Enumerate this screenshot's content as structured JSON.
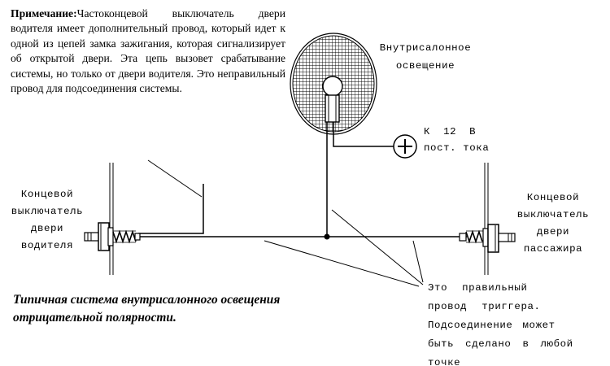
{
  "note": {
    "heading": "Примечание:",
    "body": "Частоконцевой выключатель двери водителя имеет дополнительный провод, который идет к одной из цепей замка зажигания, которая сигнализирует об открытой двери. Эта цепь вызовет срабатывание системы, но только от двери водителя. Это неправильный провод для подсоединения системы."
  },
  "labels": {
    "dome_light": [
      "Внутрисалонное",
      "освещение"
    ],
    "power": [
      "К 12 В",
      "пост. тока"
    ],
    "driver_switch": [
      "Концевой",
      "выключатель",
      "двери",
      "водителя"
    ],
    "passenger_switch": [
      "Концевой",
      "выключатель",
      "двери",
      "пассажира"
    ],
    "trigger_note": [
      "Это правильный",
      "провод триггера.",
      "Подсоединение может",
      "быть сделано в любой",
      "точке"
    ]
  },
  "caption": [
    "Типичная система внутрисалонного освещения",
    "отрицательной полярности."
  ],
  "symbols": {
    "power_terminal": "plus-in-circle-icon",
    "dome_light": "bulb-icon"
  }
}
